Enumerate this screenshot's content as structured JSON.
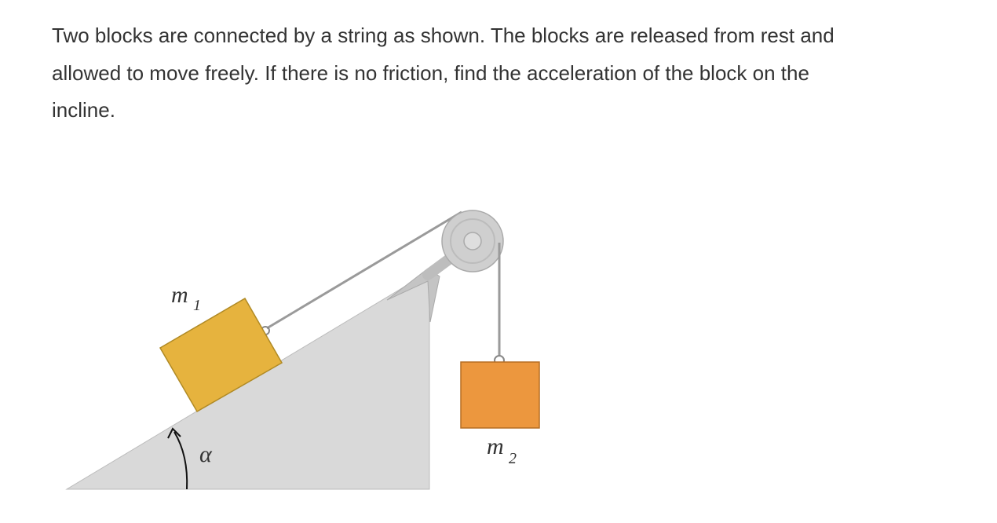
{
  "question": {
    "lines": [
      "Two blocks are connected by a string as shown. The blocks are released from rest and",
      "allowed to move freely. If there is no friction, find the acceleration of the block on the",
      "incline."
    ]
  },
  "figure": {
    "label_m1": "m",
    "label_m1_sub": "1",
    "label_m2": "m",
    "label_m2_sub": "2",
    "label_angle": "α",
    "colors": {
      "incline": "#d9d9d9",
      "block1": "#e6b33e",
      "block2": "#ec973e",
      "pulley": "#c8c8c8",
      "string": "#999999"
    }
  }
}
